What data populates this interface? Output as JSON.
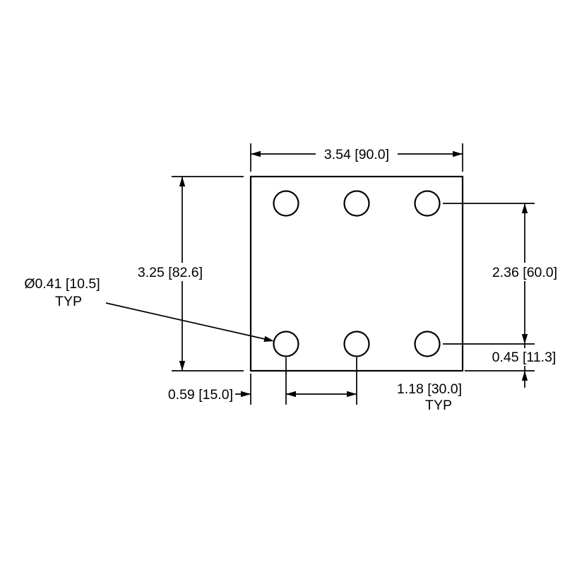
{
  "drawing": {
    "background_color": "#ffffff",
    "line_color": "#000000",
    "labels": {
      "overall_width": "3.54 [90.0]",
      "overall_height": "3.25 [82.6]",
      "hole_row_spacing": "2.36 [60.0]",
      "hole_bottom_offset": "0.45 [11.3]",
      "hole_left_offset": "0.59 [15.0]",
      "hole_column_spacing": "1.18 [30.0]",
      "hole_column_spacing_note": "TYP",
      "hole_diameter": "Ø0.41 [10.5]",
      "hole_diameter_note": "TYP"
    },
    "plate": {
      "holes_count": 6,
      "hole_rows": 2,
      "hole_columns": 3
    }
  }
}
